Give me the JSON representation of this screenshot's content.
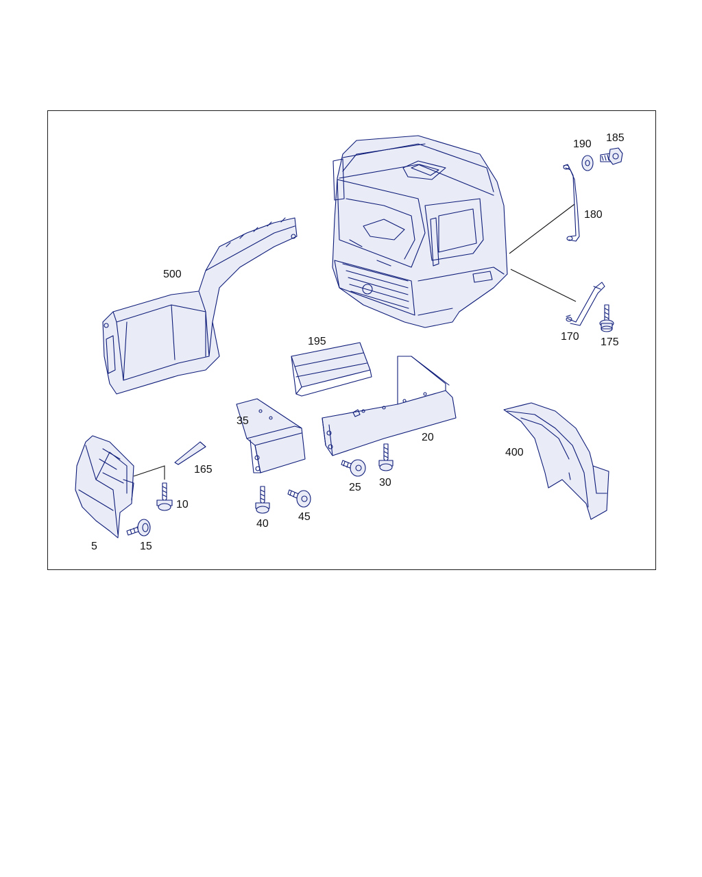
{
  "diagram": {
    "labels": {
      "p500": "500",
      "p190": "190",
      "p185": "185",
      "p180": "180",
      "p170": "170",
      "p175": "175",
      "p195": "195",
      "p35": "35",
      "p20": "20",
      "p400": "400",
      "p165": "165",
      "p10": "10",
      "p5": "5",
      "p15": "15",
      "p40": "40",
      "p45": "45",
      "p25": "25",
      "p30": "30"
    },
    "colors": {
      "line": "#0c1a78",
      "text": "#111111",
      "frame": "#1a1a1a"
    }
  }
}
